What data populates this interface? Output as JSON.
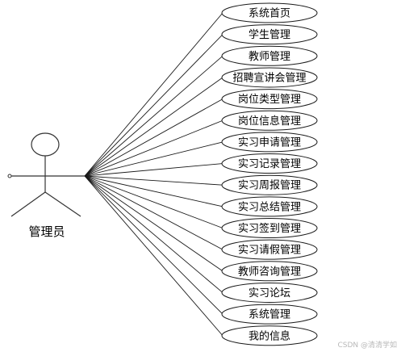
{
  "actor": {
    "label": "管理员"
  },
  "use_cases": [
    {
      "label": "系统首页"
    },
    {
      "label": "学生管理"
    },
    {
      "label": "教师管理"
    },
    {
      "label": "招聘宣讲会管理"
    },
    {
      "label": "岗位类型管理"
    },
    {
      "label": "岗位信息管理"
    },
    {
      "label": "实习申请管理"
    },
    {
      "label": "实习记录管理"
    },
    {
      "label": "实习周报管理"
    },
    {
      "label": "实习总结管理"
    },
    {
      "label": "实习签到管理"
    },
    {
      "label": "实习请假管理"
    },
    {
      "label": "教师咨询管理"
    },
    {
      "label": "实习论坛"
    },
    {
      "label": "系统管理"
    },
    {
      "label": "我的信息"
    }
  ],
  "watermark": {
    "text": "CSDN @清清学如"
  }
}
